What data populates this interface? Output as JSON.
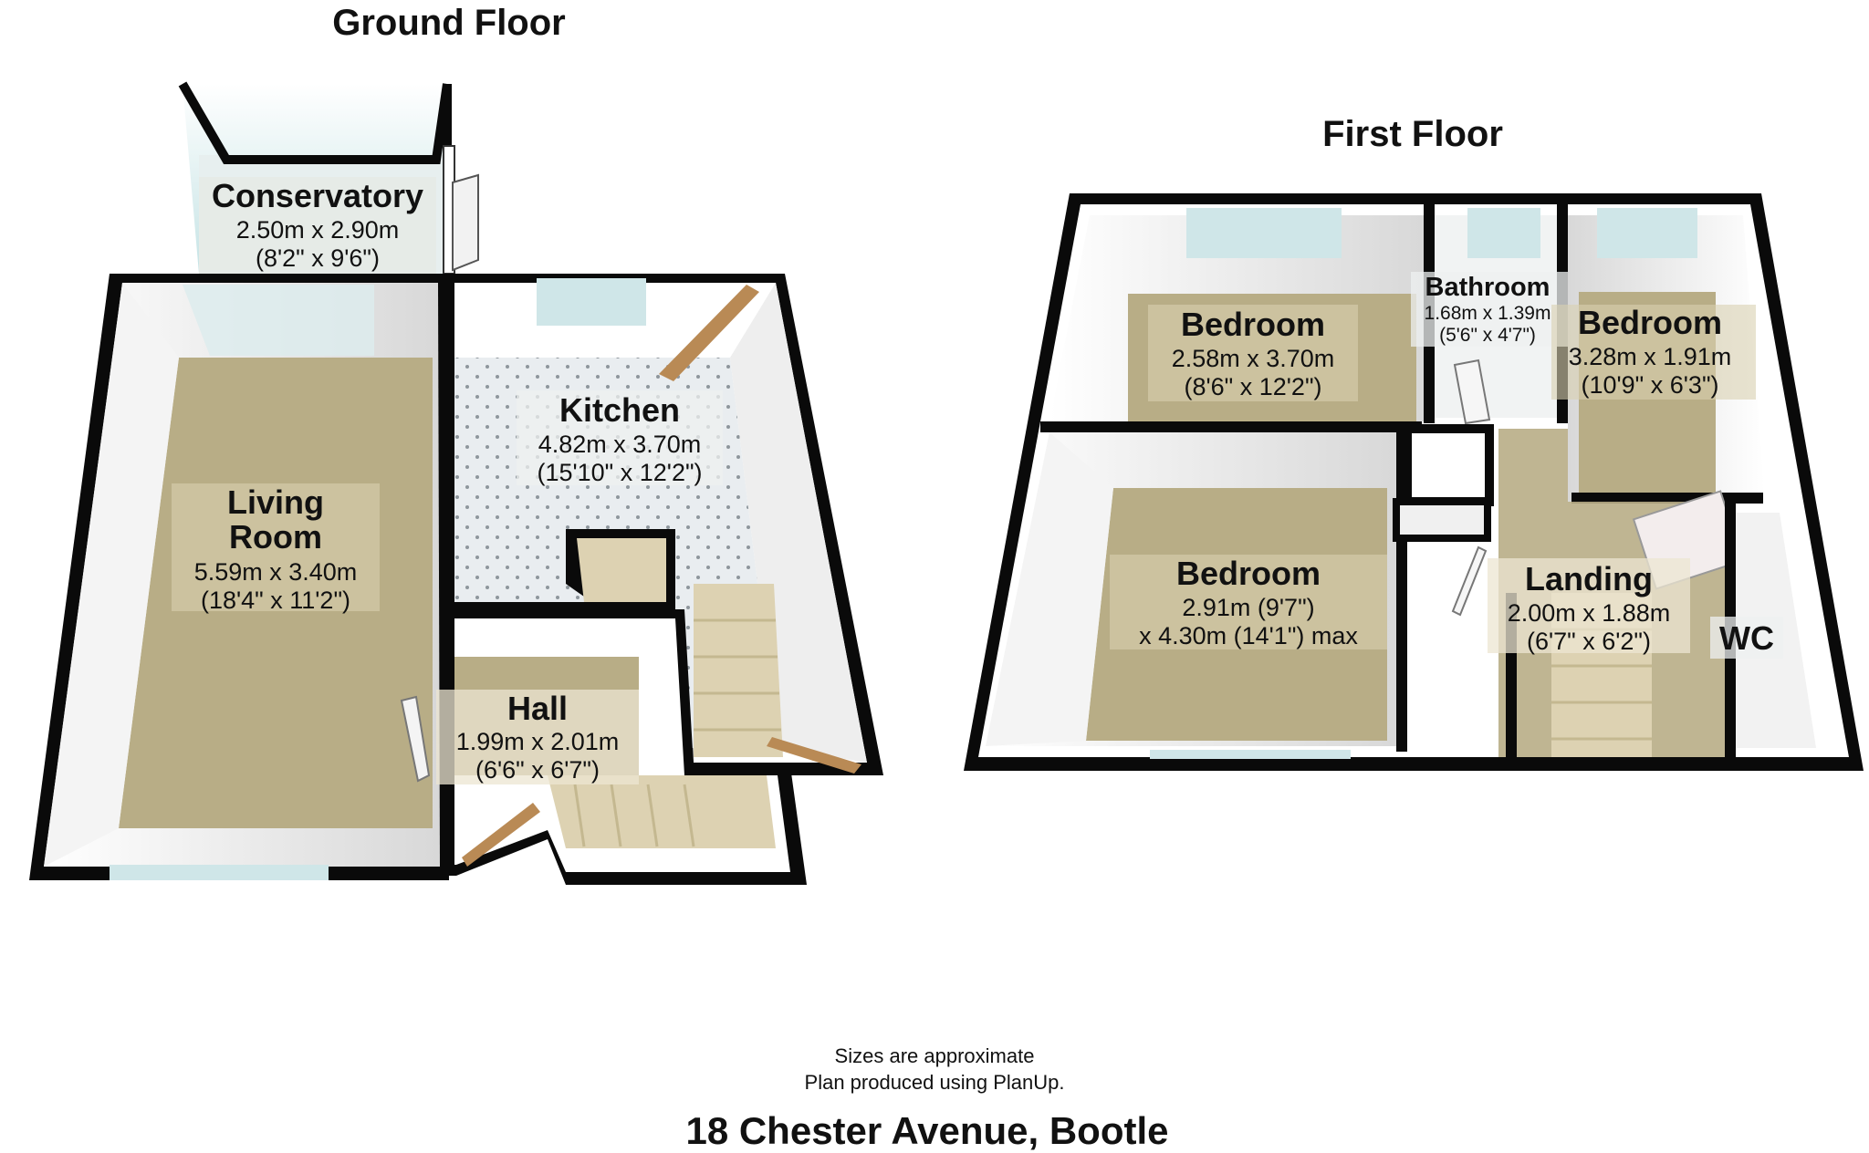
{
  "floors": {
    "ground": {
      "title": "Ground Floor",
      "rooms": {
        "conservatory": {
          "name": "Conservatory",
          "dim_m": "2.50m x 2.90m",
          "dim_ft": "(8'2\" x 9'6\")"
        },
        "living": {
          "name_1": "Living",
          "name_2": "Room",
          "dim_m": "5.59m x 3.40m",
          "dim_ft": "(18'4\" x 11'2\")"
        },
        "kitchen": {
          "name": "Kitchen",
          "dim_m": "4.82m x 3.70m",
          "dim_ft": "(15'10\" x 12'2\")"
        },
        "hall": {
          "name": "Hall",
          "dim_m": "1.99m x 2.01m",
          "dim_ft": "(6'6\" x 6'7\")"
        }
      }
    },
    "first": {
      "title": "First Floor",
      "rooms": {
        "bedroom_left": {
          "name": "Bedroom",
          "dim_m": "2.58m x 3.70m",
          "dim_ft": "(8'6\" x 12'2\")"
        },
        "bathroom": {
          "name": "Bathroom",
          "dim_m": "1.68m x 1.39m",
          "dim_ft": "(5'6\" x 4'7\")"
        },
        "bedroom_right": {
          "name": "Bedroom",
          "dim_m": "3.28m x 1.91m",
          "dim_ft": "(10'9\" x 6'3\")"
        },
        "bedroom_main": {
          "name": "Bedroom",
          "dim_1": "2.91m (9'7\")",
          "dim_2": "x 4.30m (14'1\") max"
        },
        "landing": {
          "name": "Landing",
          "dim_m": "2.00m x 1.88m",
          "dim_ft": "(6'7\" x 6'2\")"
        },
        "wc": {
          "name": "WC"
        }
      }
    }
  },
  "footer": {
    "note_1": "Sizes are approximate",
    "note_2": "Plan produced using PlanUp.",
    "address": "18 Chester Avenue, Bootle"
  },
  "colors": {
    "wall": "#0a0a0a",
    "carpet": "#b8ad86",
    "tile": "#e8ecef",
    "inner_wall": "#ffffff",
    "window": "#cfe6e8",
    "door": "#b98a55",
    "stairs": "#ddd2b2"
  }
}
